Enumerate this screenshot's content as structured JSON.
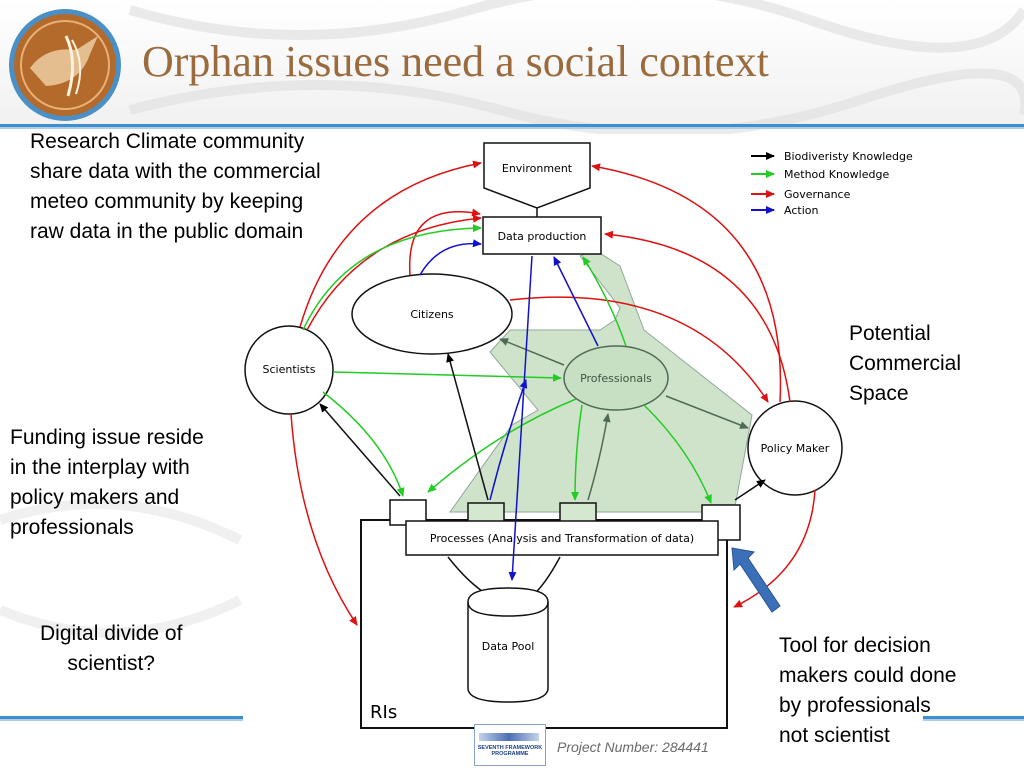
{
  "slide": {
    "title": "Orphan issues need a social context",
    "project_number": "Project Number: 284441",
    "fp7_logo": {
      "line1": "SEVENTH FRAMEWORK",
      "line2": "PROGRAMME"
    }
  },
  "notes": {
    "research_climate": "Research Climate community\nshare data with the commercial\nmeteo community by keeping\nraw data in the public domain",
    "funding_issue": "Funding issue reside\nin the interplay with\npolicy makers and\nprofessionals",
    "digital_divide": "Digital divide of\nscientist?",
    "potential_commercial": "Potential\nCommercial\nSpace",
    "tool_for_decision": "Tool for decision\nmakers could done\nby professionals\nnot scientist"
  },
  "diagram": {
    "nodes": {
      "environment": "Environment",
      "data_production": "Data production",
      "citizens": "Citizens",
      "scientists": "Scientists",
      "professionals": "Professionals",
      "policy_maker": "Policy Maker",
      "processes": "Processes (Analysis and Transformation of data)",
      "data_pool": "Data Pool",
      "ris": "RIs"
    },
    "legend": [
      {
        "label": "Biodiveristy Knowledge",
        "color": "#000000"
      },
      {
        "label": "Method Knowledge",
        "color": "#22cc22"
      },
      {
        "label": "Governance",
        "color": "#dd1111"
      },
      {
        "label": "Action",
        "color": "#1111cc"
      }
    ]
  },
  "colors": {
    "title": "#9b6b3e",
    "header_rule": "#3f8fcf",
    "professional_region": "#cfe3cb",
    "professionals_node": "#c7e0c3",
    "callout_arrow": "#3b6fb8"
  }
}
